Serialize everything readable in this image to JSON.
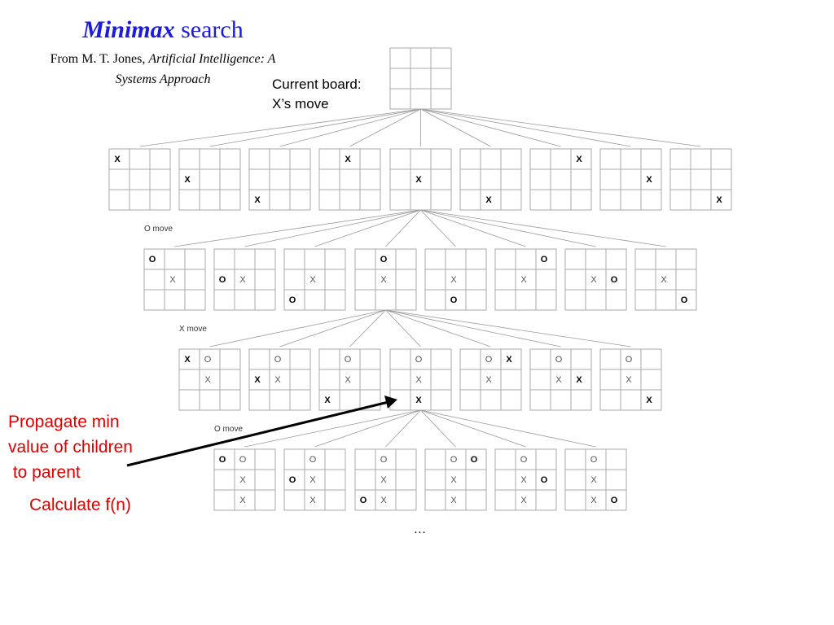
{
  "title": {
    "emph": "Minimax",
    "rest": " search"
  },
  "source": {
    "prefix": "From M. T. Jones, ",
    "book_line1": "Artificial Intelligence:  A",
    "book_line2": "Systems Approach"
  },
  "labels": {
    "current_line1": "Current board:",
    "current_line2": "X’s move",
    "o_move_1": "O move",
    "x_move": "X move",
    "o_move_2": "O move"
  },
  "annotations": {
    "propagate_line1": "Propagate min",
    "propagate_line2": "value of children",
    "propagate_line3": " to parent",
    "calculate": "Calculate f(n)"
  },
  "ellipsis": "…",
  "colors": {
    "title": "#1a1ae0",
    "annotation": "#e00000",
    "grid": "#aaaaaa",
    "edge": "#999999"
  },
  "boards": {
    "root": [
      "",
      "",
      "",
      "",
      "",
      "",
      "",
      "",
      ""
    ],
    "level1": [
      [
        "X",
        "",
        "",
        "",
        "",
        "",
        "",
        "",
        ""
      ],
      [
        "",
        "",
        "",
        "X",
        "",
        "",
        "",
        "",
        ""
      ],
      [
        "",
        "",
        "",
        "",
        "",
        "",
        "X",
        "",
        ""
      ],
      [
        "",
        "X",
        "",
        "",
        "",
        "",
        "",
        "",
        ""
      ],
      [
        "",
        "",
        "",
        "",
        "X",
        "",
        "",
        "",
        ""
      ],
      [
        "",
        "",
        "",
        "",
        "",
        "",
        "",
        "X",
        ""
      ],
      [
        "",
        "",
        "X",
        "",
        "",
        "",
        "",
        "",
        ""
      ],
      [
        "",
        "",
        "",
        "",
        "",
        "X",
        "",
        "",
        ""
      ],
      [
        "",
        "",
        "",
        "",
        "",
        "",
        "",
        "",
        "X"
      ]
    ],
    "level2": [
      [
        "O",
        "",
        "",
        "",
        "x",
        "",
        "",
        "",
        ""
      ],
      [
        "",
        "",
        "",
        "O",
        "x",
        "",
        "",
        "",
        ""
      ],
      [
        "",
        "",
        "",
        "",
        "x",
        "",
        "O",
        "",
        ""
      ],
      [
        "",
        "O",
        "",
        "",
        "x",
        "",
        "",
        "",
        ""
      ],
      [
        "",
        "",
        "",
        "",
        "x",
        "",
        "",
        "O",
        ""
      ],
      [
        "",
        "",
        "O",
        "",
        "x",
        "",
        "",
        "",
        ""
      ],
      [
        "",
        "",
        "",
        "",
        "x",
        "O",
        "",
        "",
        ""
      ],
      [
        "",
        "",
        "",
        "",
        "x",
        "",
        "",
        "",
        "O"
      ]
    ],
    "level3": [
      [
        "X",
        "o",
        "",
        "",
        "x",
        "",
        "",
        "",
        ""
      ],
      [
        "",
        "o",
        "",
        "X",
        "x",
        "",
        "",
        "",
        ""
      ],
      [
        "",
        "o",
        "",
        "",
        "x",
        "",
        "X",
        "",
        ""
      ],
      [
        "",
        "o",
        "",
        "",
        "x",
        "",
        "",
        "X",
        ""
      ],
      [
        "",
        "o",
        "X",
        "",
        "x",
        "",
        "",
        "",
        ""
      ],
      [
        "",
        "o",
        "",
        "",
        "x",
        "X",
        "",
        "",
        ""
      ],
      [
        "",
        "o",
        "",
        "",
        "x",
        "",
        "",
        "",
        "X"
      ]
    ],
    "level4": [
      [
        "O",
        "o",
        "",
        "",
        "x",
        "",
        "",
        "x",
        ""
      ],
      [
        "",
        "o",
        "",
        "O",
        "x",
        "",
        "",
        "x",
        ""
      ],
      [
        "",
        "o",
        "",
        "",
        "x",
        "",
        "O",
        "x",
        ""
      ],
      [
        "",
        "o",
        "O",
        "",
        "x",
        "",
        "",
        "x",
        ""
      ],
      [
        "",
        "o",
        "",
        "",
        "x",
        "O",
        "",
        "x",
        ""
      ],
      [
        "",
        "o",
        "",
        "",
        "x",
        "",
        "",
        "x",
        "O"
      ]
    ]
  }
}
